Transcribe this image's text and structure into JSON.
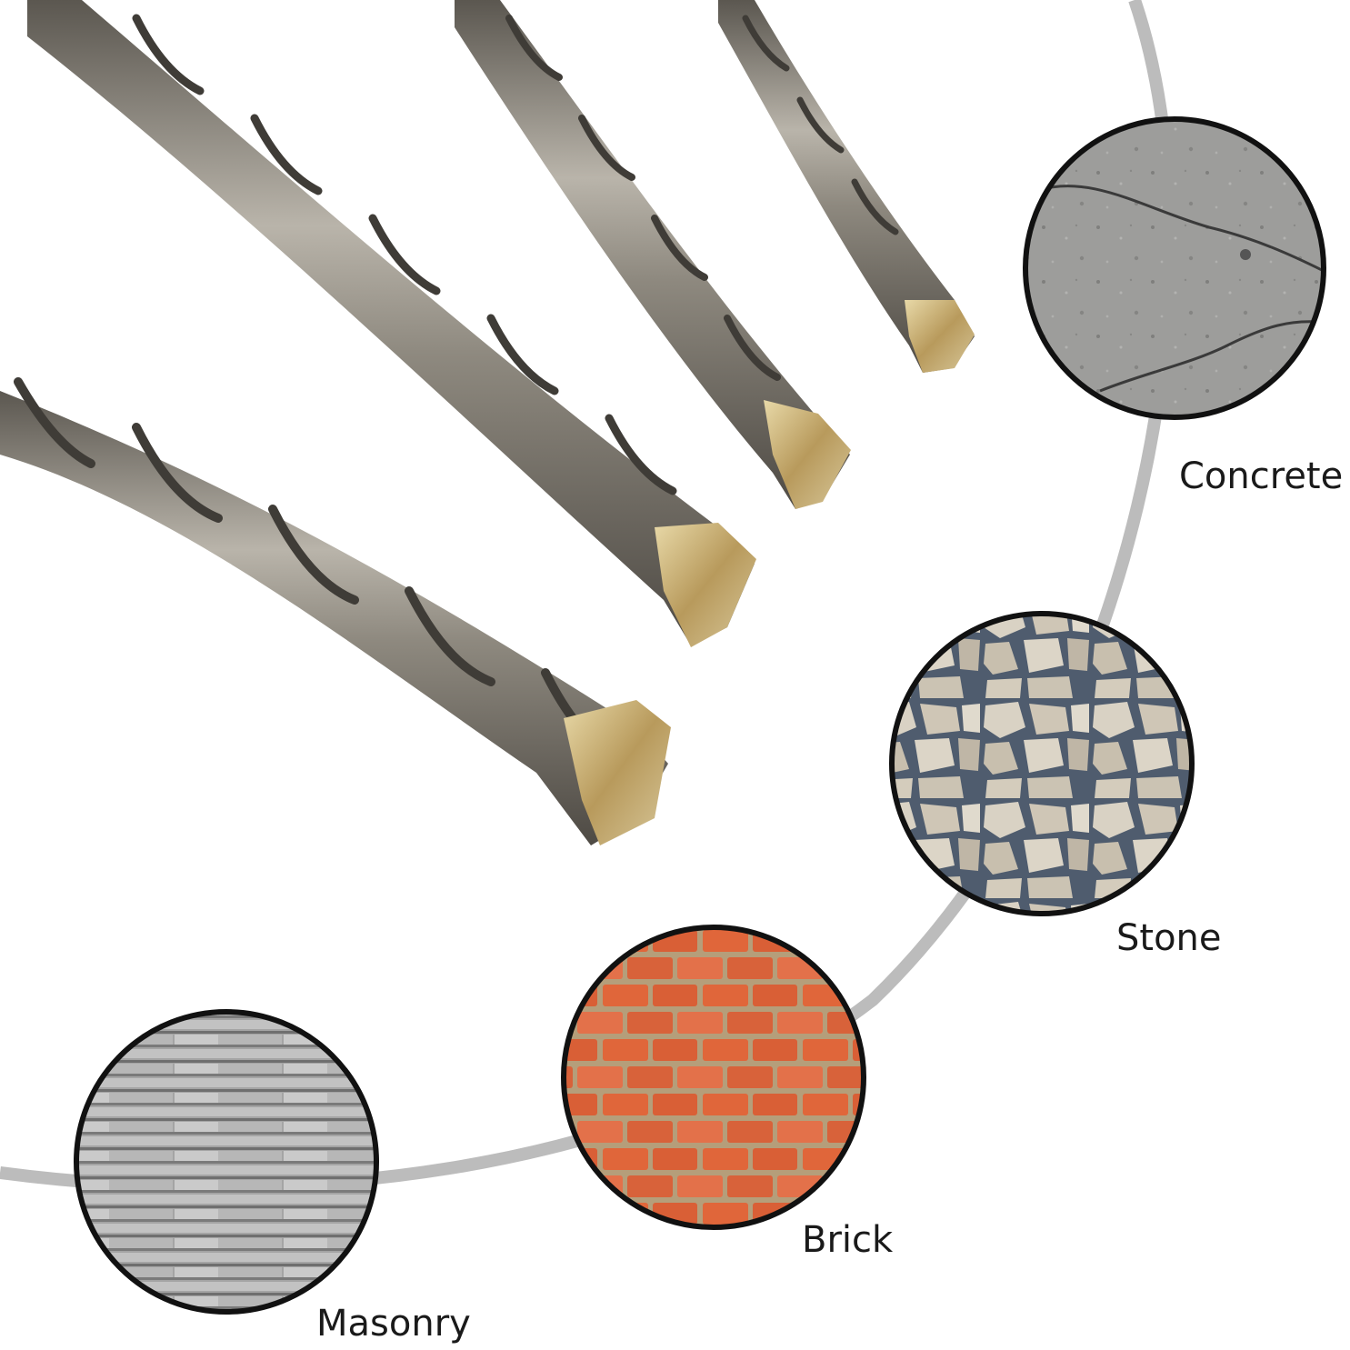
{
  "materials": {
    "concrete": "Concrete",
    "stone": "Stone",
    "brick": "Brick",
    "masonry": "Masonry"
  },
  "colors": {
    "arc": "#bcbcbc",
    "ring": "#111111",
    "steel": "#8a857d",
    "tip": "#c9b27a",
    "brick": "#e0663a",
    "mortar": "#b59e7a",
    "concrete": "#9c9c9a",
    "stone": "#d8d1c4",
    "masonry": "#a6a6a6"
  }
}
